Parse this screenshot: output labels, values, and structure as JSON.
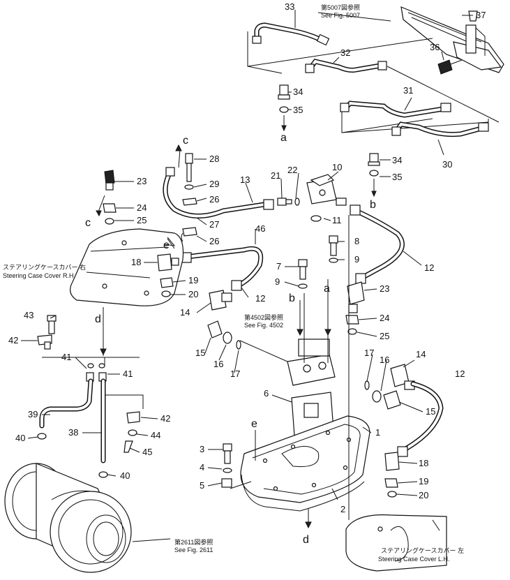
{
  "parts": [
    {
      "no": "1"
    },
    {
      "no": "2"
    },
    {
      "no": "3"
    },
    {
      "no": "4"
    },
    {
      "no": "5"
    },
    {
      "no": "6"
    },
    {
      "no": "7"
    },
    {
      "no": "8"
    },
    {
      "no": "9"
    },
    {
      "no": "9"
    },
    {
      "no": "10"
    },
    {
      "no": "11"
    },
    {
      "no": "12"
    },
    {
      "no": "12"
    },
    {
      "no": "12"
    },
    {
      "no": "13"
    },
    {
      "no": "14"
    },
    {
      "no": "14"
    },
    {
      "no": "15"
    },
    {
      "no": "15"
    },
    {
      "no": "16"
    },
    {
      "no": "16"
    },
    {
      "no": "17"
    },
    {
      "no": "17"
    },
    {
      "no": "18"
    },
    {
      "no": "18"
    },
    {
      "no": "19"
    },
    {
      "no": "19"
    },
    {
      "no": "20"
    },
    {
      "no": "20"
    },
    {
      "no": "21"
    },
    {
      "no": "22"
    },
    {
      "no": "23"
    },
    {
      "no": "23"
    },
    {
      "no": "24"
    },
    {
      "no": "24"
    },
    {
      "no": "25"
    },
    {
      "no": "25"
    },
    {
      "no": "26"
    },
    {
      "no": "26"
    },
    {
      "no": "27"
    },
    {
      "no": "28"
    },
    {
      "no": "29"
    },
    {
      "no": "30"
    },
    {
      "no": "31"
    },
    {
      "no": "32"
    },
    {
      "no": "33"
    },
    {
      "no": "34"
    },
    {
      "no": "34"
    },
    {
      "no": "35"
    },
    {
      "no": "35"
    },
    {
      "no": "36"
    },
    {
      "no": "37"
    },
    {
      "no": "38"
    },
    {
      "no": "39"
    },
    {
      "no": "40"
    },
    {
      "no": "40"
    },
    {
      "no": "41"
    },
    {
      "no": "41"
    },
    {
      "no": "42"
    },
    {
      "no": "42"
    },
    {
      "no": "43"
    },
    {
      "no": "44"
    },
    {
      "no": "45"
    },
    {
      "no": "46"
    }
  ],
  "connection_letters": [
    "a",
    "a",
    "b",
    "b",
    "c",
    "c",
    "d",
    "d",
    "e",
    "e"
  ],
  "references": {
    "fig5007_jp": "第5007図参照",
    "fig5007_en": "See Fig. 5007",
    "fig4502_jp": "第4502図参照",
    "fig4502_en": "See Fig. 4502",
    "fig2611_jp": "第2611図参照",
    "fig2611_en": "See Fig. 2611",
    "cover_rh_jp": "ステアリングケースカバー 右",
    "cover_rh_en": "Steering Case Cover R.H.",
    "cover_lh_jp": "ステアリングケースカバー 左",
    "cover_lh_en": "Steering Case Cover L.H."
  }
}
